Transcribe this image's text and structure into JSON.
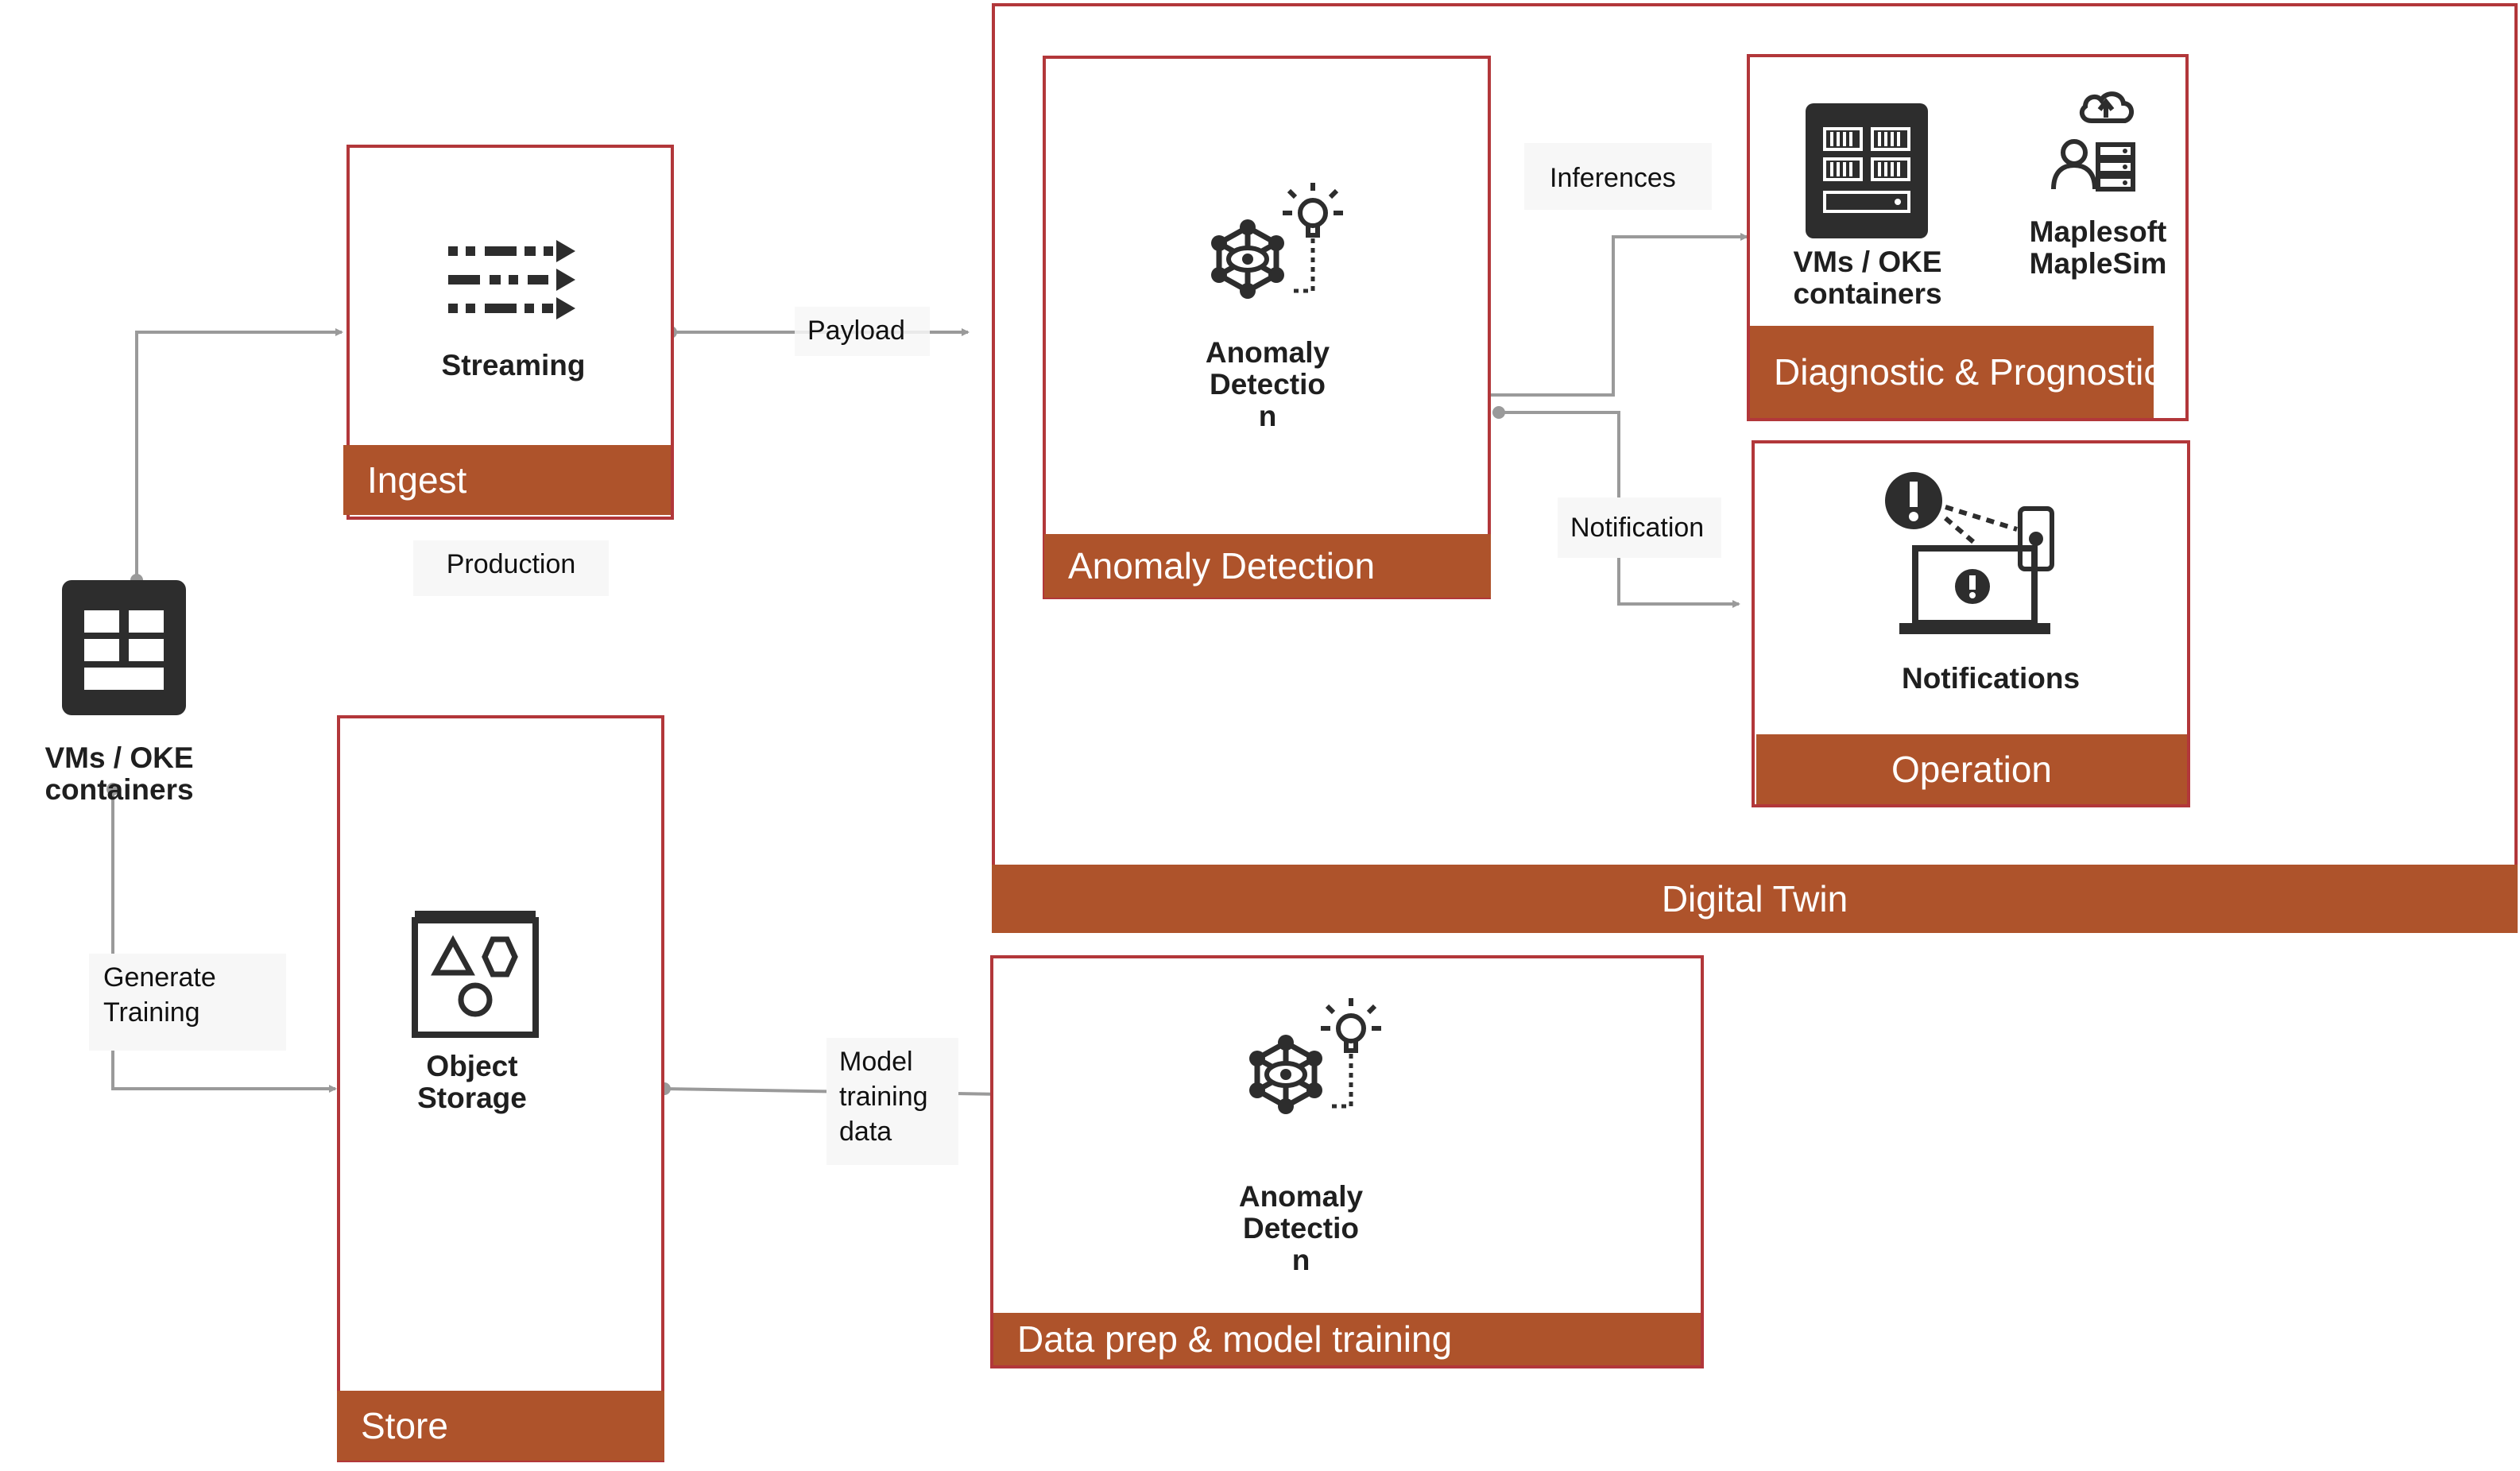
{
  "nodes": {
    "source_vms": {
      "label_line1": "VMs / OKE",
      "label_line2": "containers"
    },
    "streaming": {
      "label": "Streaming"
    },
    "object_storage": {
      "label_line1": "Object",
      "label_line2": "Storage"
    },
    "anomaly_main": {
      "label_line1": "Anomaly",
      "label_line2": "Detectio",
      "label_line3": "n"
    },
    "anomaly_training": {
      "label_line1": "Anomaly",
      "label_line2": "Detectio",
      "label_line3": "n"
    },
    "diag_vms": {
      "label_line1": "VMs / OKE",
      "label_line2": "containers"
    },
    "maplesim": {
      "label_line1": "Maplesoft",
      "label_line2": "MapleSim"
    },
    "notifications": {
      "label": "Notifications"
    }
  },
  "groups": {
    "ingest": "Ingest",
    "store": "Store",
    "anomaly_detection": "Anomaly Detection",
    "diagnostic": "Diagnostic & Prognostic",
    "operation": "Operation",
    "digital_twin": "Digital Twin",
    "data_prep": "Data prep & model training"
  },
  "edges": {
    "payload": "Payload",
    "production": "Production",
    "inferences": "Inferences",
    "notification": "Notification",
    "generate_training_line1": "Generate",
    "generate_training_line2": "Training",
    "model_training_line1": "Model",
    "model_training_line2": "training",
    "model_training_line3": "data"
  },
  "colors": {
    "accent": "#ae532b",
    "border": "#b2373a",
    "icon": "#2d2d2d",
    "wire": "#9a9a9a"
  }
}
